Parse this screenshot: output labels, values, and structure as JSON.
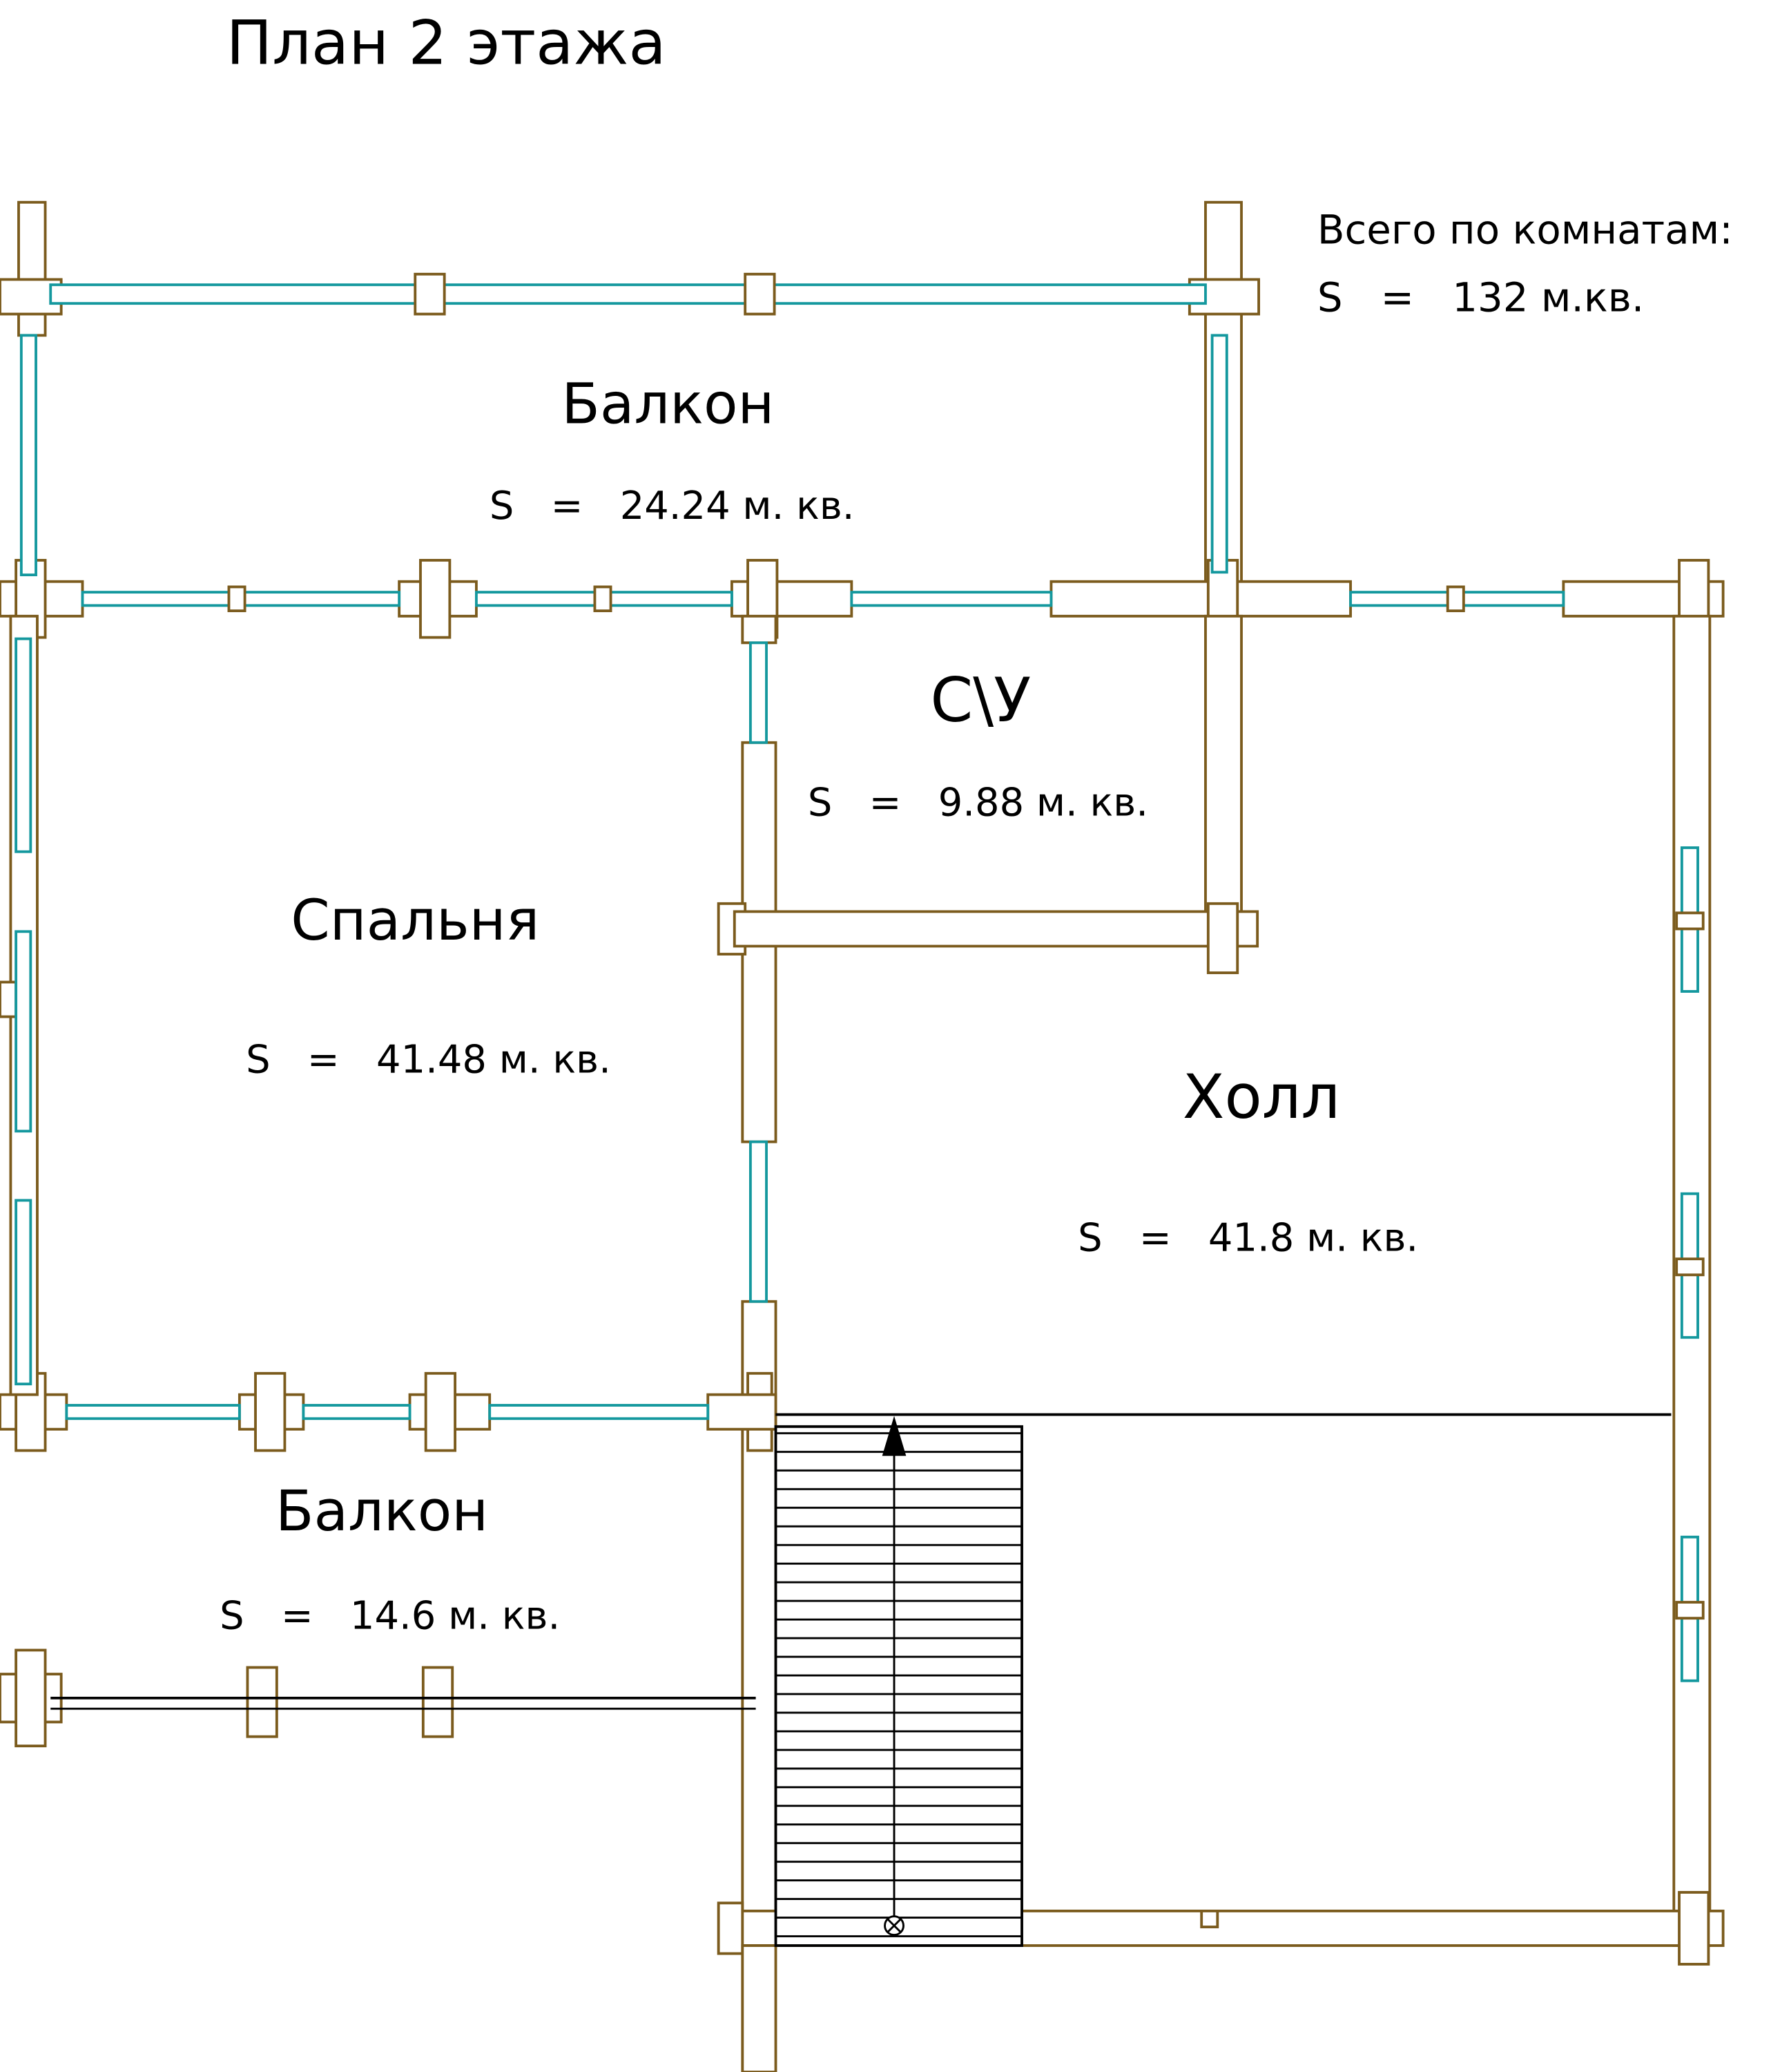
{
  "title": "План 2 этажа",
  "summary": {
    "line1": "Всего по комнатам:",
    "line2": "S   =   132 м.кв."
  },
  "rooms": {
    "balcony_top": {
      "name": "Балкон",
      "area": "S   =   24.24 м. кв."
    },
    "bathroom": {
      "name": "С\\У",
      "area": "S   =   9.88 м. кв."
    },
    "bedroom": {
      "name": "Спальня",
      "area": "S   =   41.48 м. кв."
    },
    "hall": {
      "name": "Холл",
      "area": "S   =   41.8 м. кв."
    },
    "balcony_bottom": {
      "name": "Балкон",
      "area": "S   =   14.6 м. кв."
    }
  },
  "colors": {
    "wall": "#7b5b1d",
    "window": "#14989e",
    "stairs": "#000000"
  }
}
